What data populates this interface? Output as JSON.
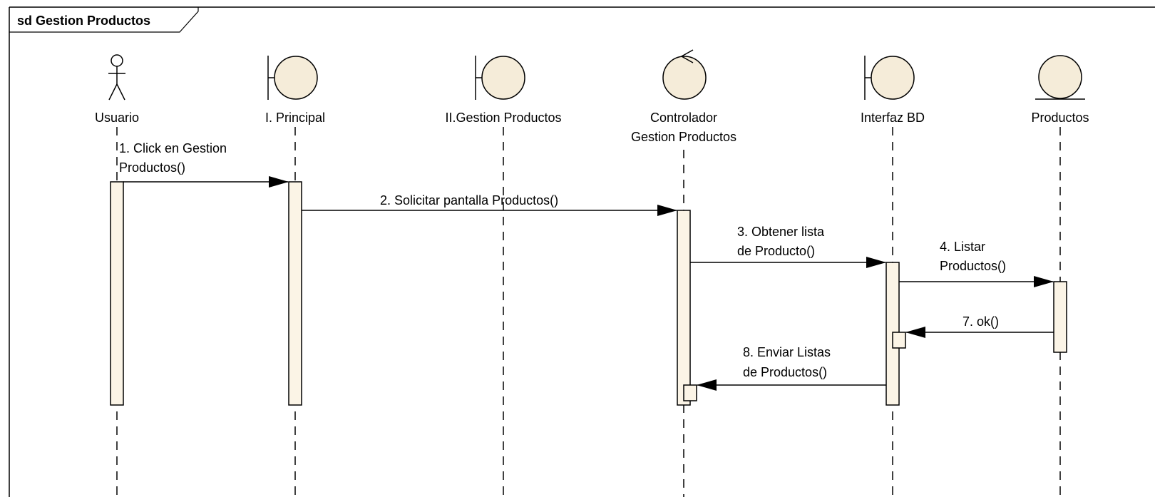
{
  "frame": {
    "title": "sd Gestion Productos"
  },
  "colors": {
    "fill": "#fbf4e6",
    "line": "#000000",
    "background": "#ffffff"
  },
  "lifelines": [
    {
      "id": "usuario",
      "type": "actor",
      "name": "Usuario",
      "icon": "actor-icon"
    },
    {
      "id": "principal",
      "type": "boundary",
      "name": "I. Principal",
      "icon": "boundary-icon"
    },
    {
      "id": "gestion",
      "type": "boundary",
      "name": "II.Gestion Productos",
      "icon": "boundary-icon"
    },
    {
      "id": "controlador",
      "type": "control",
      "name_line1": "Controlador",
      "name_line2": "Gestion Productos",
      "icon": "control-icon"
    },
    {
      "id": "interfaz",
      "type": "boundary",
      "name": "Interfaz BD",
      "icon": "boundary-icon"
    },
    {
      "id": "productos",
      "type": "entity",
      "name": "Productos",
      "icon": "entity-icon"
    }
  ],
  "messages": [
    {
      "id": "m1",
      "from": "Usuario",
      "to": "I. Principal",
      "line1": "1. Click en Gestion",
      "line2": "Productos()"
    },
    {
      "id": "m2",
      "from": "I. Principal",
      "to": "Controlador Gestion Productos",
      "line1": "2. Solicitar pantalla Productos()"
    },
    {
      "id": "m3",
      "from": "Controlador Gestion Productos",
      "to": "Interfaz BD",
      "line1": "3. Obtener lista",
      "line2": "de Producto()"
    },
    {
      "id": "m4",
      "from": "Interfaz BD",
      "to": "Productos",
      "line1": "4. Listar",
      "line2": "Productos()"
    },
    {
      "id": "m7",
      "from": "Productos",
      "to": "Interfaz BD",
      "line1": "7. ok()"
    },
    {
      "id": "m8",
      "from": "Interfaz BD",
      "to": "Controlador Gestion Productos",
      "line1": "8. Enviar Listas",
      "line2": "de Productos()"
    }
  ]
}
